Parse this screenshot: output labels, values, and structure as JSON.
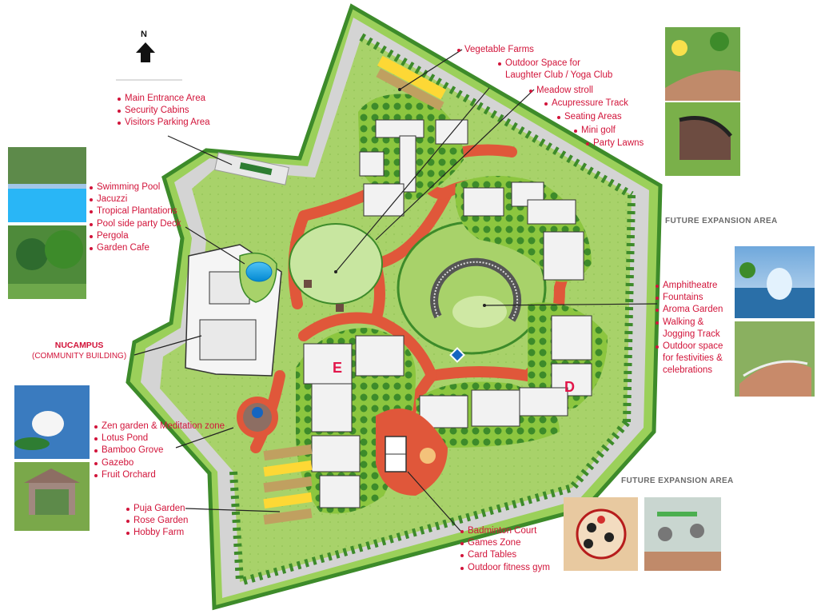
{
  "compass": {
    "label": "N"
  },
  "labels": {
    "entrance": [
      "Main Entrance Area",
      "Security Cabins",
      "Visitors Parking Area"
    ],
    "pool": [
      "Swimming Pool",
      "Jacuzzi",
      "Tropical Plantations",
      "Pool side party Deck",
      "Pergola",
      "Garden Cafe"
    ],
    "farms": [
      "Vegetable Farms",
      "Outdoor Space for",
      "Laughter Club / Yoga Club",
      "Meadow stroll",
      "Acupressure Track",
      "Seating Areas",
      "Mini golf",
      "Party Lawns"
    ],
    "amphitheatre": [
      "Amphitheatre",
      "Fountains",
      "Aroma Garden",
      "Walking &",
      "Jogging Track",
      "Outdoor space",
      "for festivities &",
      "celebrations"
    ],
    "zen": [
      "Zen garden & Meditation zone",
      "Lotus Pond",
      "Bamboo Grove",
      "Gazebo",
      "Fruit Orchard"
    ],
    "puja": [
      "Puja Garden",
      "Rose Garden",
      "Hobby Farm"
    ],
    "courts": [
      "Badminton Court",
      "Games Zone",
      "Card Tables",
      "Outdoor fitness gym"
    ]
  },
  "nucampus": {
    "title": "NUCAMPUS",
    "subtitle": "(COMMUNITY BUILDING)"
  },
  "future_expansion": [
    "FUTURE EXPANSION AREA",
    "FUTURE EXPANSION AREA"
  ],
  "blocks": [
    "E",
    "D"
  ],
  "colors": {
    "label": "#d2143a",
    "lawn": "#8cc63f",
    "dark_green": "#3d8b2a",
    "path": "#e0573a",
    "road": "#c9c9c9"
  }
}
